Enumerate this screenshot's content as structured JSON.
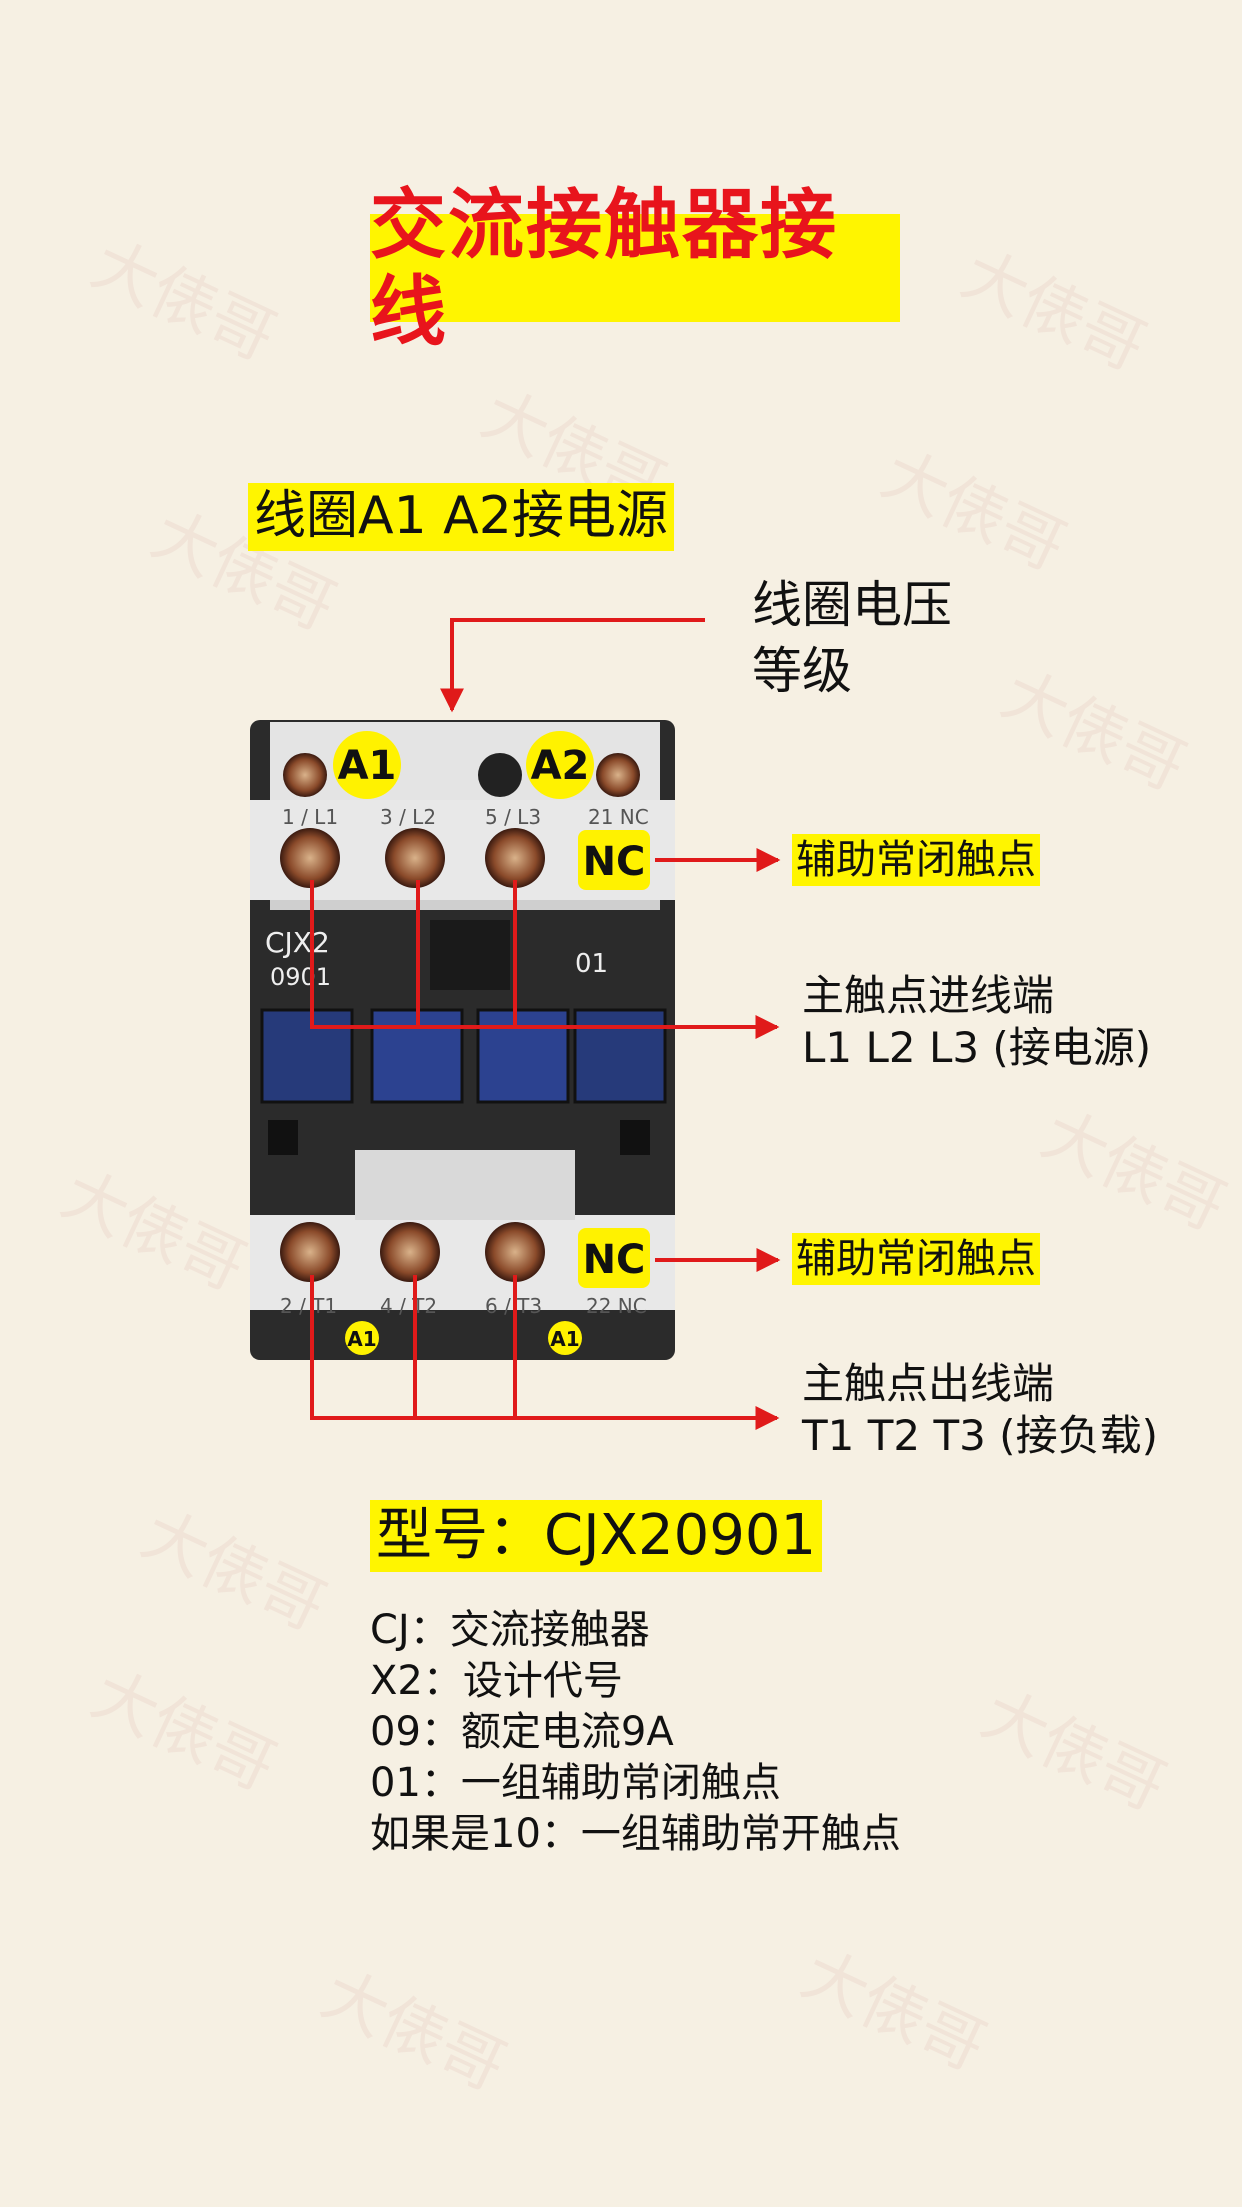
{
  "title": "交流接触器接线",
  "coil_label": "线圈A1 A2接电源",
  "voltage_label": [
    "线圈电压",
    "等级"
  ],
  "watermark": "大俵哥",
  "device": {
    "top_terminal_labels": [
      "1 / L1",
      "3 / L2",
      "5 / L3",
      "21 NC"
    ],
    "bottom_terminal_labels": [
      "2 / T1",
      "4 / T2",
      "6 / T3",
      "22 NC"
    ],
    "coil_badges": [
      "A1",
      "A2"
    ],
    "nc_badge": "NC",
    "model_print": [
      "CJX2",
      "0901"
    ],
    "aux_code_print": "01",
    "small_badges": [
      "A1",
      "A1"
    ]
  },
  "callouts": {
    "aux_nc_top": "辅助常闭触点",
    "main_in_line1": "主触点进线端",
    "main_in_line2": "L1  L2  L3  (接电源)",
    "aux_nc_bottom": "辅助常闭触点",
    "main_out_line1": "主触点出线端",
    "main_out_line2": "T1  T2  T3  (接负载)"
  },
  "model_label": "型号：CJX20901",
  "explanations": [
    "CJ：交流接触器",
    "X2：设计代号",
    "09：额定电流9A",
    "01：一组辅助常闭触点",
    "如果是10：一组辅助常开触点"
  ],
  "colors": {
    "title_red": "#e8141c",
    "highlight_yellow": "#fff500",
    "arrow_red": "#e01a1a",
    "background": "#f6f0e3"
  }
}
